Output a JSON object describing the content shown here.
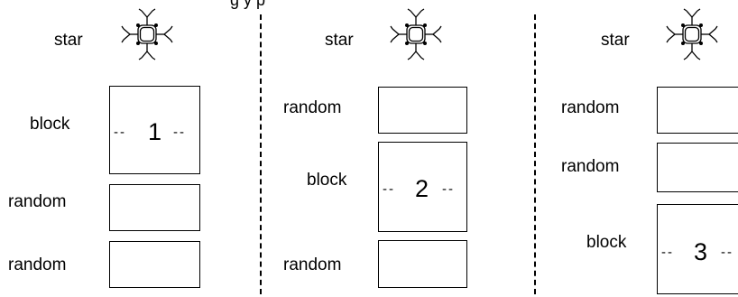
{
  "top_fragment": "g y p",
  "columns": [
    {
      "star_label": "star",
      "rows": [
        {
          "label": "block",
          "number": "1",
          "dash": "--"
        },
        {
          "label": "random"
        },
        {
          "label": "random"
        }
      ]
    },
    {
      "star_label": "star",
      "rows": [
        {
          "label": "random"
        },
        {
          "label": "block",
          "number": "2",
          "dash": "--"
        },
        {
          "label": "random"
        }
      ]
    },
    {
      "star_label": "star",
      "rows": [
        {
          "label": "random"
        },
        {
          "label": "random"
        },
        {
          "label": "block",
          "number": "3",
          "dash": "--"
        }
      ]
    }
  ]
}
